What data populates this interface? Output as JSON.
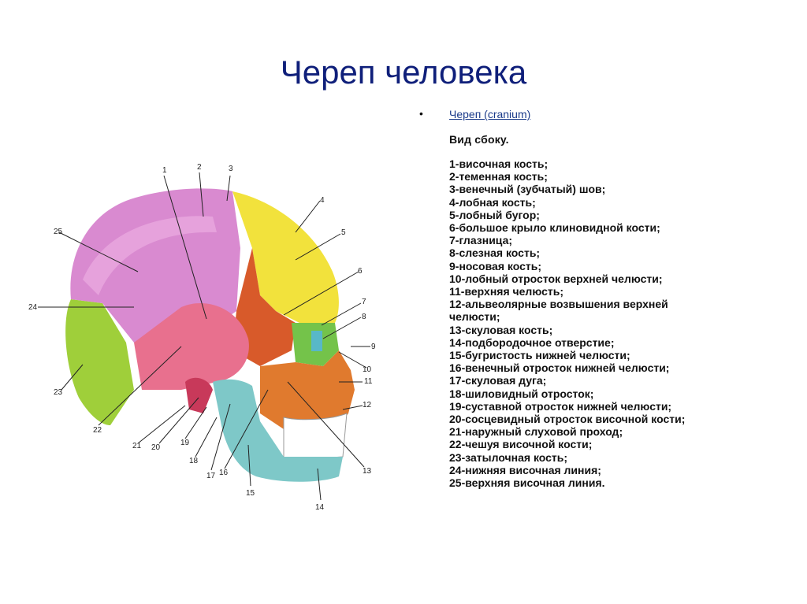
{
  "slide": {
    "title": "Череп человека",
    "link_text": "Череп (cranium)",
    "view_label": "Вид сбоку.",
    "legend": [
      "1-височная кость;",
      "2-теменная кость;",
      "3-венечный (зубчатый) шов;",
      "4-лобная кость;",
      "5-лобный бугор;",
      "6-большое крыло клиновидной кости;",
      "7-глазница;",
      "8-слезная кость;",
      "9-носовая кость;",
      "10-лобный отросток верхней челюсти;",
      "11-верхняя челюсть;",
      "12-альвеолярные возвышения верхней челюсти;",
      "13-скуловая кость;",
      "14-подбородочное отверстие;",
      "15-бугристость нижней челюсти;",
      "16-венечный отросток нижней челюсти;",
      "17-скуловая дуга;",
      "18-шиловидный отросток;",
      "19-суставной отросток нижней челюсти;",
      "20-сосцевидный отросток височной кости;",
      "21-наружный слуховой проход;",
      "22-чешуя височной кости;",
      "23-затылочная кость;",
      "24-нижняя височная линия;",
      "25-верхняя височная линия."
    ],
    "figure_labels": [
      "1",
      "2",
      "3",
      "4",
      "5",
      "6",
      "7",
      "8",
      "9",
      "10",
      "11",
      "12",
      "13",
      "14",
      "15",
      "16",
      "17",
      "18",
      "19",
      "20",
      "21",
      "22",
      "23",
      "24",
      "25"
    ]
  },
  "colors": {
    "title": "#0f1f7a",
    "parietal": "#d98ad0",
    "frontal": "#f2e23c",
    "occipital": "#9fcf3a",
    "temporal": "#e8708e",
    "sphenoid": "#d85a2a",
    "maxilla": "#e07a2e",
    "mandible": "#7ec8c8",
    "orbit": "#58b8c8"
  }
}
